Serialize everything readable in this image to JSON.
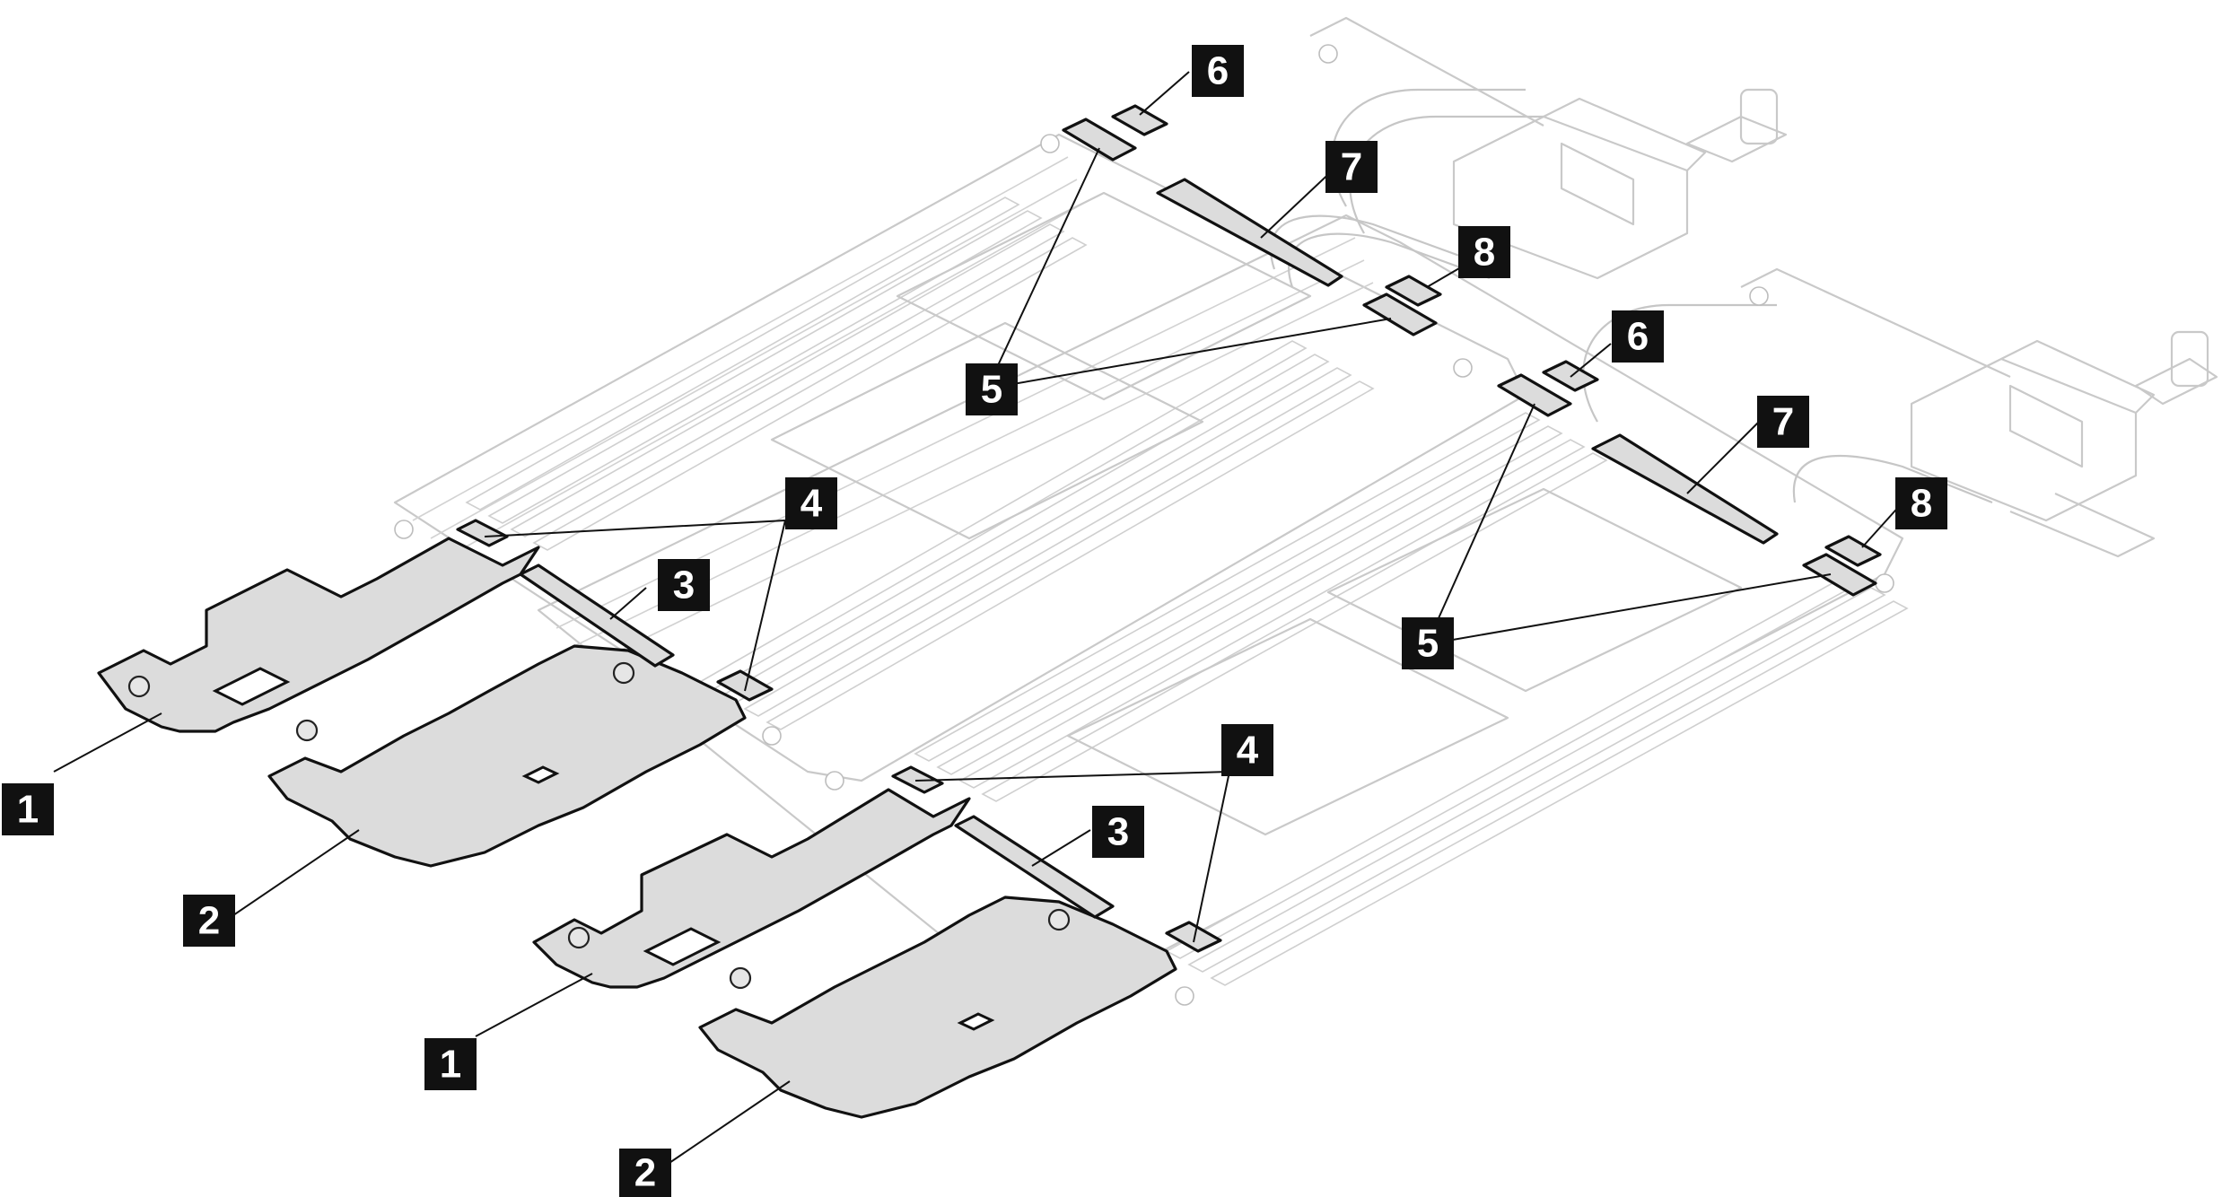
{
  "callouts": [
    {
      "id": "c1a",
      "label": "1"
    },
    {
      "id": "c2a",
      "label": "2"
    },
    {
      "id": "c3a",
      "label": "3"
    },
    {
      "id": "c4a",
      "label": "4"
    },
    {
      "id": "c1b",
      "label": "1"
    },
    {
      "id": "c2b",
      "label": "2"
    },
    {
      "id": "c3b",
      "label": "3"
    },
    {
      "id": "c4b",
      "label": "4"
    },
    {
      "id": "c5a",
      "label": "5"
    },
    {
      "id": "c6a",
      "label": "6"
    },
    {
      "id": "c7a",
      "label": "7"
    },
    {
      "id": "c8a",
      "label": "8"
    },
    {
      "id": "c5b",
      "label": "5"
    },
    {
      "id": "c6b",
      "label": "6"
    },
    {
      "id": "c7b",
      "label": "7"
    },
    {
      "id": "c8b",
      "label": "8"
    }
  ],
  "colors": {
    "callout_fill": "#111111",
    "callout_text": "#ffffff",
    "pad_fill": "#dcdcdc",
    "line_art": "#c9c9c9"
  }
}
